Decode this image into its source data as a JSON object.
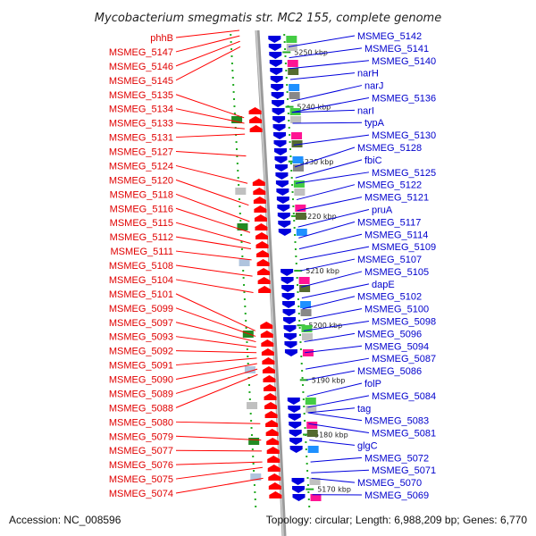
{
  "title": "Mycobacterium smegmatis str. MC2 155, complete genome",
  "footer": {
    "accession": "Accession: NC_008596",
    "topology": "Topology: circular; Length: 6,988,209 bp; Genes: 6,770"
  },
  "colors": {
    "reverse_strand": "#ff0000",
    "forward_strand": "#0000dd",
    "backbone": "#888888",
    "tick": "#22aa22"
  },
  "scale": {
    "top_kbp": 5254,
    "bottom_kbp": 5167,
    "labels": [
      "5250 kbp",
      "5240 kbp",
      "5230 kbp",
      "5220 kbp",
      "5210 kbp",
      "5200 kbp",
      "5190 kbp",
      "5180 kbp",
      "5170 kbp"
    ]
  },
  "left_labels": [
    {
      "text": "phhB",
      "kbp": 5254
    },
    {
      "text": "MSMEG_5147",
      "kbp": 5253
    },
    {
      "text": "MSMEG_5146",
      "kbp": 5252
    },
    {
      "text": "MSMEG_5145",
      "kbp": 5251
    },
    {
      "text": "MSMEG_5135",
      "kbp": 5238
    },
    {
      "text": "MSMEG_5134",
      "kbp": 5237
    },
    {
      "text": "MSMEG_5133",
      "kbp": 5236
    },
    {
      "text": "MSMEG_5131",
      "kbp": 5235
    },
    {
      "text": "MSMEG_5127",
      "kbp": 5231
    },
    {
      "text": "MSMEG_5124",
      "kbp": 5226
    },
    {
      "text": "MSMEG_5120",
      "kbp": 5222
    },
    {
      "text": "MSMEG_5118",
      "kbp": 5219
    },
    {
      "text": "MSMEG_5116",
      "kbp": 5217
    },
    {
      "text": "MSMEG_5115",
      "kbp": 5215
    },
    {
      "text": "MSMEG_5112",
      "kbp": 5214
    },
    {
      "text": "MSMEG_5111",
      "kbp": 5212
    },
    {
      "text": "MSMEG_5108",
      "kbp": 5209
    },
    {
      "text": "MSMEG_5104",
      "kbp": 5206
    },
    {
      "text": "MSMEG_5101",
      "kbp": 5199
    },
    {
      "text": "MSMEG_5099",
      "kbp": 5198
    },
    {
      "text": "MSMEG_5097",
      "kbp": 5197
    },
    {
      "text": "MSMEG_5093",
      "kbp": 5196
    },
    {
      "text": "MSMEG_5092",
      "kbp": 5195
    },
    {
      "text": "MSMEG_5091",
      "kbp": 5194
    },
    {
      "text": "MSMEG_5090",
      "kbp": 5193
    },
    {
      "text": "MSMEG_5089",
      "kbp": 5192
    },
    {
      "text": "MSMEG_5088",
      "kbp": 5191
    },
    {
      "text": "MSMEG_5080",
      "kbp": 5182
    },
    {
      "text": "MSMEG_5079",
      "kbp": 5179
    },
    {
      "text": "MSMEG_5077",
      "kbp": 5177
    },
    {
      "text": "MSMEG_5076",
      "kbp": 5175
    },
    {
      "text": "MSMEG_5075",
      "kbp": 5174
    },
    {
      "text": "MSMEG_5074",
      "kbp": 5172
    }
  ],
  "right_labels": [
    {
      "text": "MSMEG_5142",
      "kbp": 5251
    },
    {
      "text": "MSMEG_5141",
      "kbp": 5249
    },
    {
      "text": "MSMEG_5140",
      "kbp": 5247
    },
    {
      "text": "narH",
      "kbp": 5245
    },
    {
      "text": "narJ",
      "kbp": 5241
    },
    {
      "text": "MSMEG_5136",
      "kbp": 5239
    },
    {
      "text": "narI",
      "kbp": 5239
    },
    {
      "text": "typA",
      "kbp": 5237
    },
    {
      "text": "MSMEG_5130",
      "kbp": 5233
    },
    {
      "text": "MSMEG_5128",
      "kbp": 5229
    },
    {
      "text": "fbiC",
      "kbp": 5227
    },
    {
      "text": "MSMEG_5125",
      "kbp": 5226
    },
    {
      "text": "MSMEG_5122",
      "kbp": 5223
    },
    {
      "text": "MSMEG_5121",
      "kbp": 5221
    },
    {
      "text": "pruA",
      "kbp": 5218
    },
    {
      "text": "MSMEG_5117",
      "kbp": 5216
    },
    {
      "text": "MSMEG_5114",
      "kbp": 5214
    },
    {
      "text": "MSMEG_5109",
      "kbp": 5212
    },
    {
      "text": "MSMEG_5107",
      "kbp": 5210
    },
    {
      "text": "MSMEG_5105",
      "kbp": 5207
    },
    {
      "text": "dapE",
      "kbp": 5205
    },
    {
      "text": "MSMEG_5102",
      "kbp": 5203
    },
    {
      "text": "MSMEG_5100",
      "kbp": 5201
    },
    {
      "text": "MSMEG_5098",
      "kbp": 5199
    },
    {
      "text": "MSMEG_5096",
      "kbp": 5197
    },
    {
      "text": "MSMEG_5094",
      "kbp": 5195
    },
    {
      "text": "MSMEG_5087",
      "kbp": 5192
    },
    {
      "text": "MSMEG_5086",
      "kbp": 5190
    },
    {
      "text": "folP",
      "kbp": 5187
    },
    {
      "text": "MSMEG_5084",
      "kbp": 5185
    },
    {
      "text": "tag",
      "kbp": 5184
    },
    {
      "text": "MSMEG_5083",
      "kbp": 5184
    },
    {
      "text": "MSMEG_5081",
      "kbp": 5182
    },
    {
      "text": "glgC",
      "kbp": 5179
    },
    {
      "text": "MSMEG_5072",
      "kbp": 5175
    },
    {
      "text": "MSMEG_5071",
      "kbp": 5173
    },
    {
      "text": "MSMEG_5070",
      "kbp": 5172
    },
    {
      "text": "MSMEG_5069",
      "kbp": 5169
    }
  ]
}
